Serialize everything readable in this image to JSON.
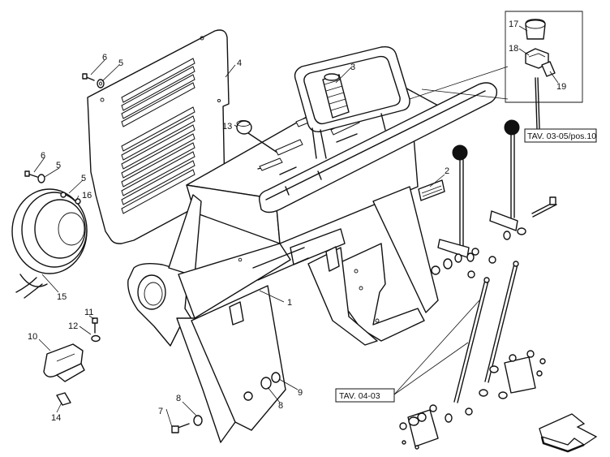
{
  "callouts": {
    "c1": "1",
    "c2": "2",
    "c3": "3",
    "c4": "4",
    "c5a": "5",
    "c5b": "5",
    "c5c": "5",
    "c6a": "6",
    "c6b": "6",
    "c7": "7",
    "c8a": "8",
    "c8b": "8",
    "c9": "9",
    "c10": "10",
    "c11": "11",
    "c12": "12",
    "c13": "13",
    "c14": "14",
    "c15": "15",
    "c16": "16",
    "c17": "17",
    "c18": "18",
    "c19": "19"
  },
  "references": {
    "tav_right": "TAV. 03-05/pos.10",
    "tav_bottom": "TAV. 04-03"
  }
}
